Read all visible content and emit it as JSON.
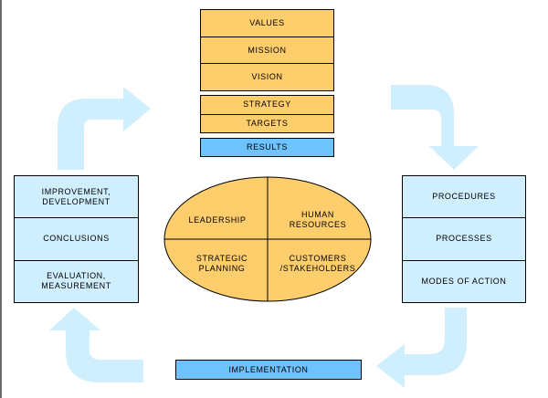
{
  "colors": {
    "orange_fill": "#fecd6c",
    "blue_fill": "#6cc3fe",
    "light_blue_fill": "#cfeefe",
    "arrow_fill": "#cfeefe"
  },
  "top_stack": [
    "VALUES",
    "MISSION",
    "VISION"
  ],
  "strategy_stack": [
    "STRATEGY",
    "TARGETS"
  ],
  "results": "RESULTS",
  "left_stack": [
    "IMPROVEMENT,\nDEVELOPMENT",
    "CONCLUSIONS",
    "EVALUATION,\nMEASUREMENT"
  ],
  "right_stack": [
    "PROCEDURES",
    "PROCESSES",
    "MODES OF ACTION"
  ],
  "center_ellipse": {
    "top_left": "LEADERSHIP",
    "top_right": "HUMAN\nRESOURCES",
    "bottom_left": "STRATEGIC\nPLANNING",
    "bottom_right": "CUSTOMERS\n/STAKEHOLDERS"
  },
  "implementation": "IMPLEMENTATION",
  "arrows": [
    "arrow-up-right",
    "arrow-right-down",
    "arrow-down-left",
    "arrow-left-up"
  ]
}
